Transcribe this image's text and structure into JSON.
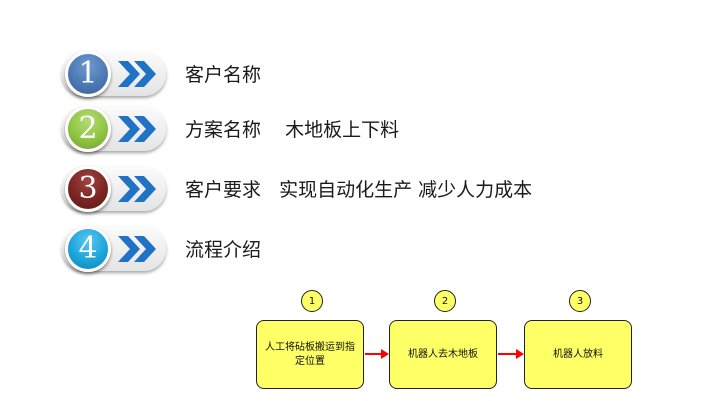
{
  "items": [
    {
      "number": "1",
      "text": "客户名称",
      "color": "#4c79b4"
    },
    {
      "number": "2",
      "text": "方案名称    木地板上下料",
      "color": "#8fc542"
    },
    {
      "number": "3",
      "text": "客户要求   实现自动化生产 减少人力成本",
      "color": "#7a2522"
    },
    {
      "number": "4",
      "text": "流程介绍",
      "color": "#1aa5dc"
    }
  ],
  "arrow_color": "#1f72c4",
  "flow": {
    "steps": [
      {
        "number": "1",
        "label": "人工将砧板搬运到指定位置"
      },
      {
        "number": "2",
        "label": "机器人去木地板"
      },
      {
        "number": "3",
        "label": "机器人放料"
      }
    ],
    "box_color": "#ffff66",
    "arrow_color": "#ff0000"
  }
}
